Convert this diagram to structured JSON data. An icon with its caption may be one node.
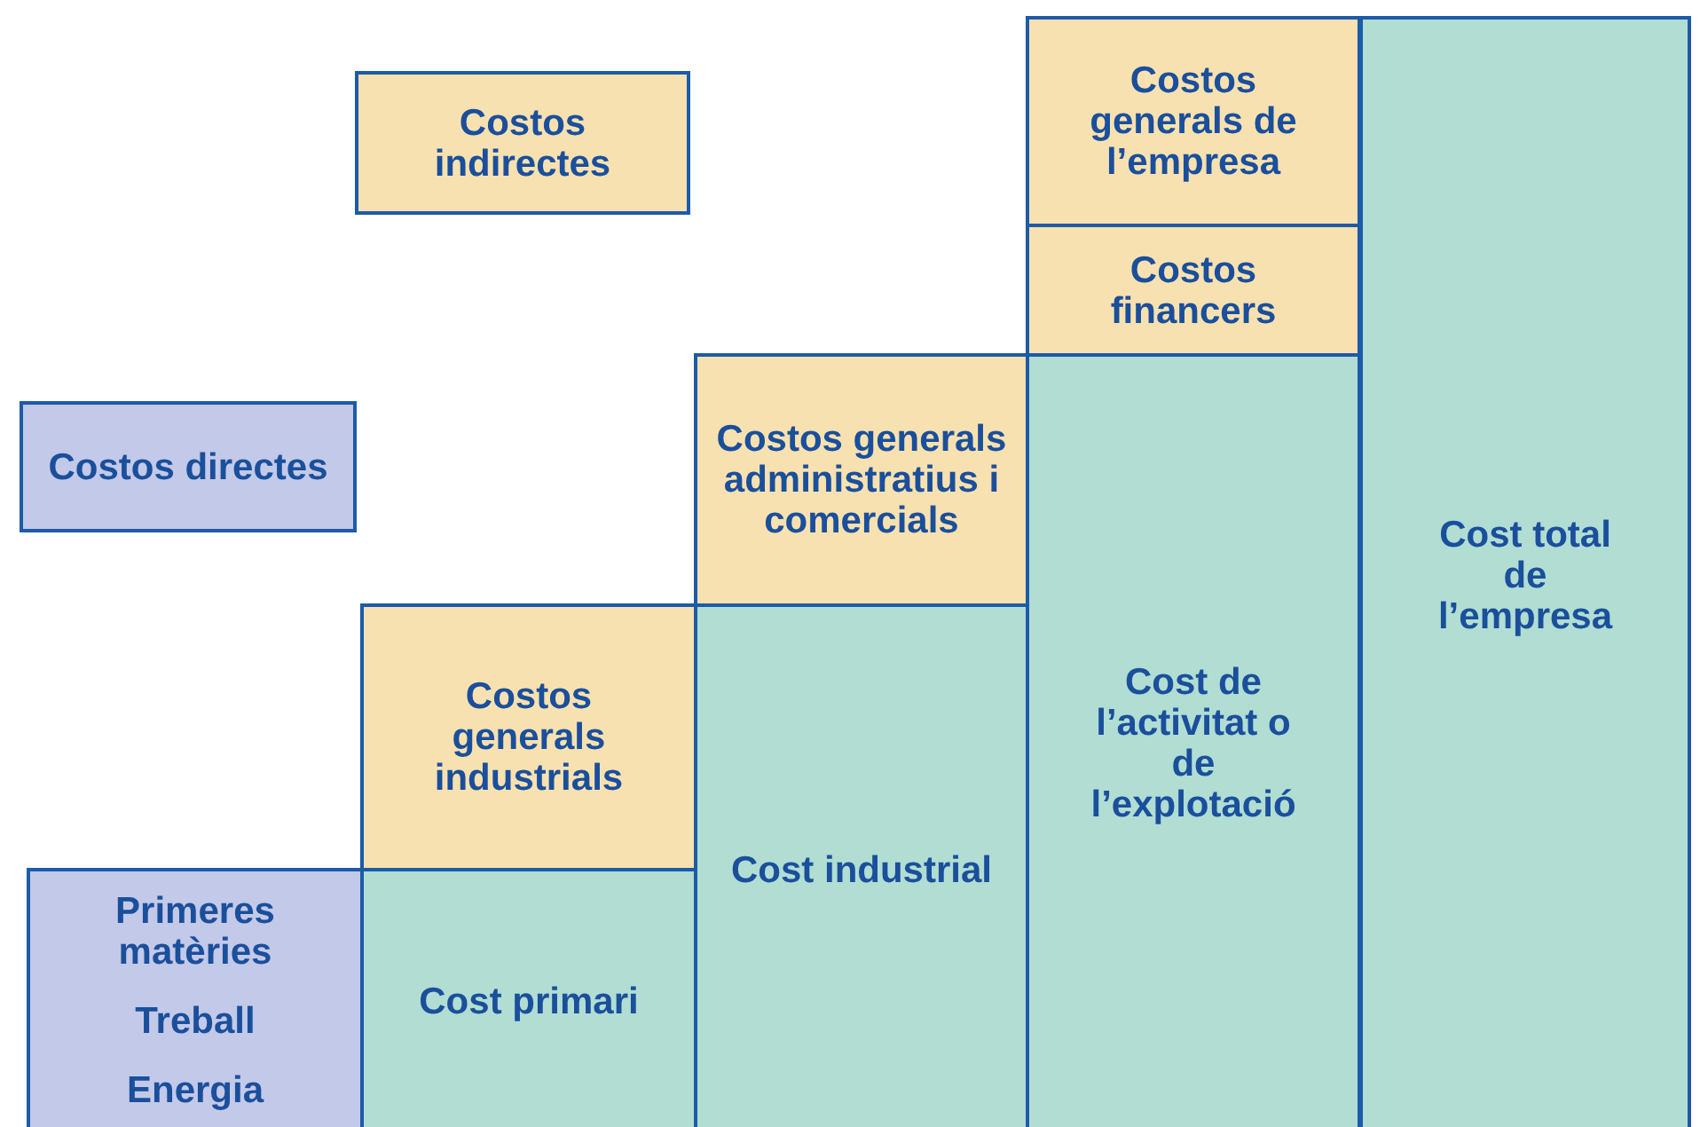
{
  "diagram": {
    "nodes": [
      {
        "text": [
          "Costos generals de l’empresa"
        ]
      },
      {
        "text": [
          "Cost total de l’empresa"
        ]
      },
      {
        "text": [
          "Costos indirectes"
        ]
      },
      {
        "text": [
          "Costos financers"
        ]
      },
      {
        "text": [
          "Costos generals administratius i comercials"
        ]
      },
      {
        "text": [
          "Cost de l’activitat o de l’explotació"
        ]
      },
      {
        "text": [
          "Costos directes"
        ]
      },
      {
        "text": [
          "Costos generals industrials"
        ]
      },
      {
        "text": [
          "Cost industrial"
        ]
      },
      {
        "text": [
          "Primeres matèries",
          "Treball",
          "Energia"
        ]
      },
      {
        "text": [
          "Cost primari"
        ]
      }
    ]
  }
}
